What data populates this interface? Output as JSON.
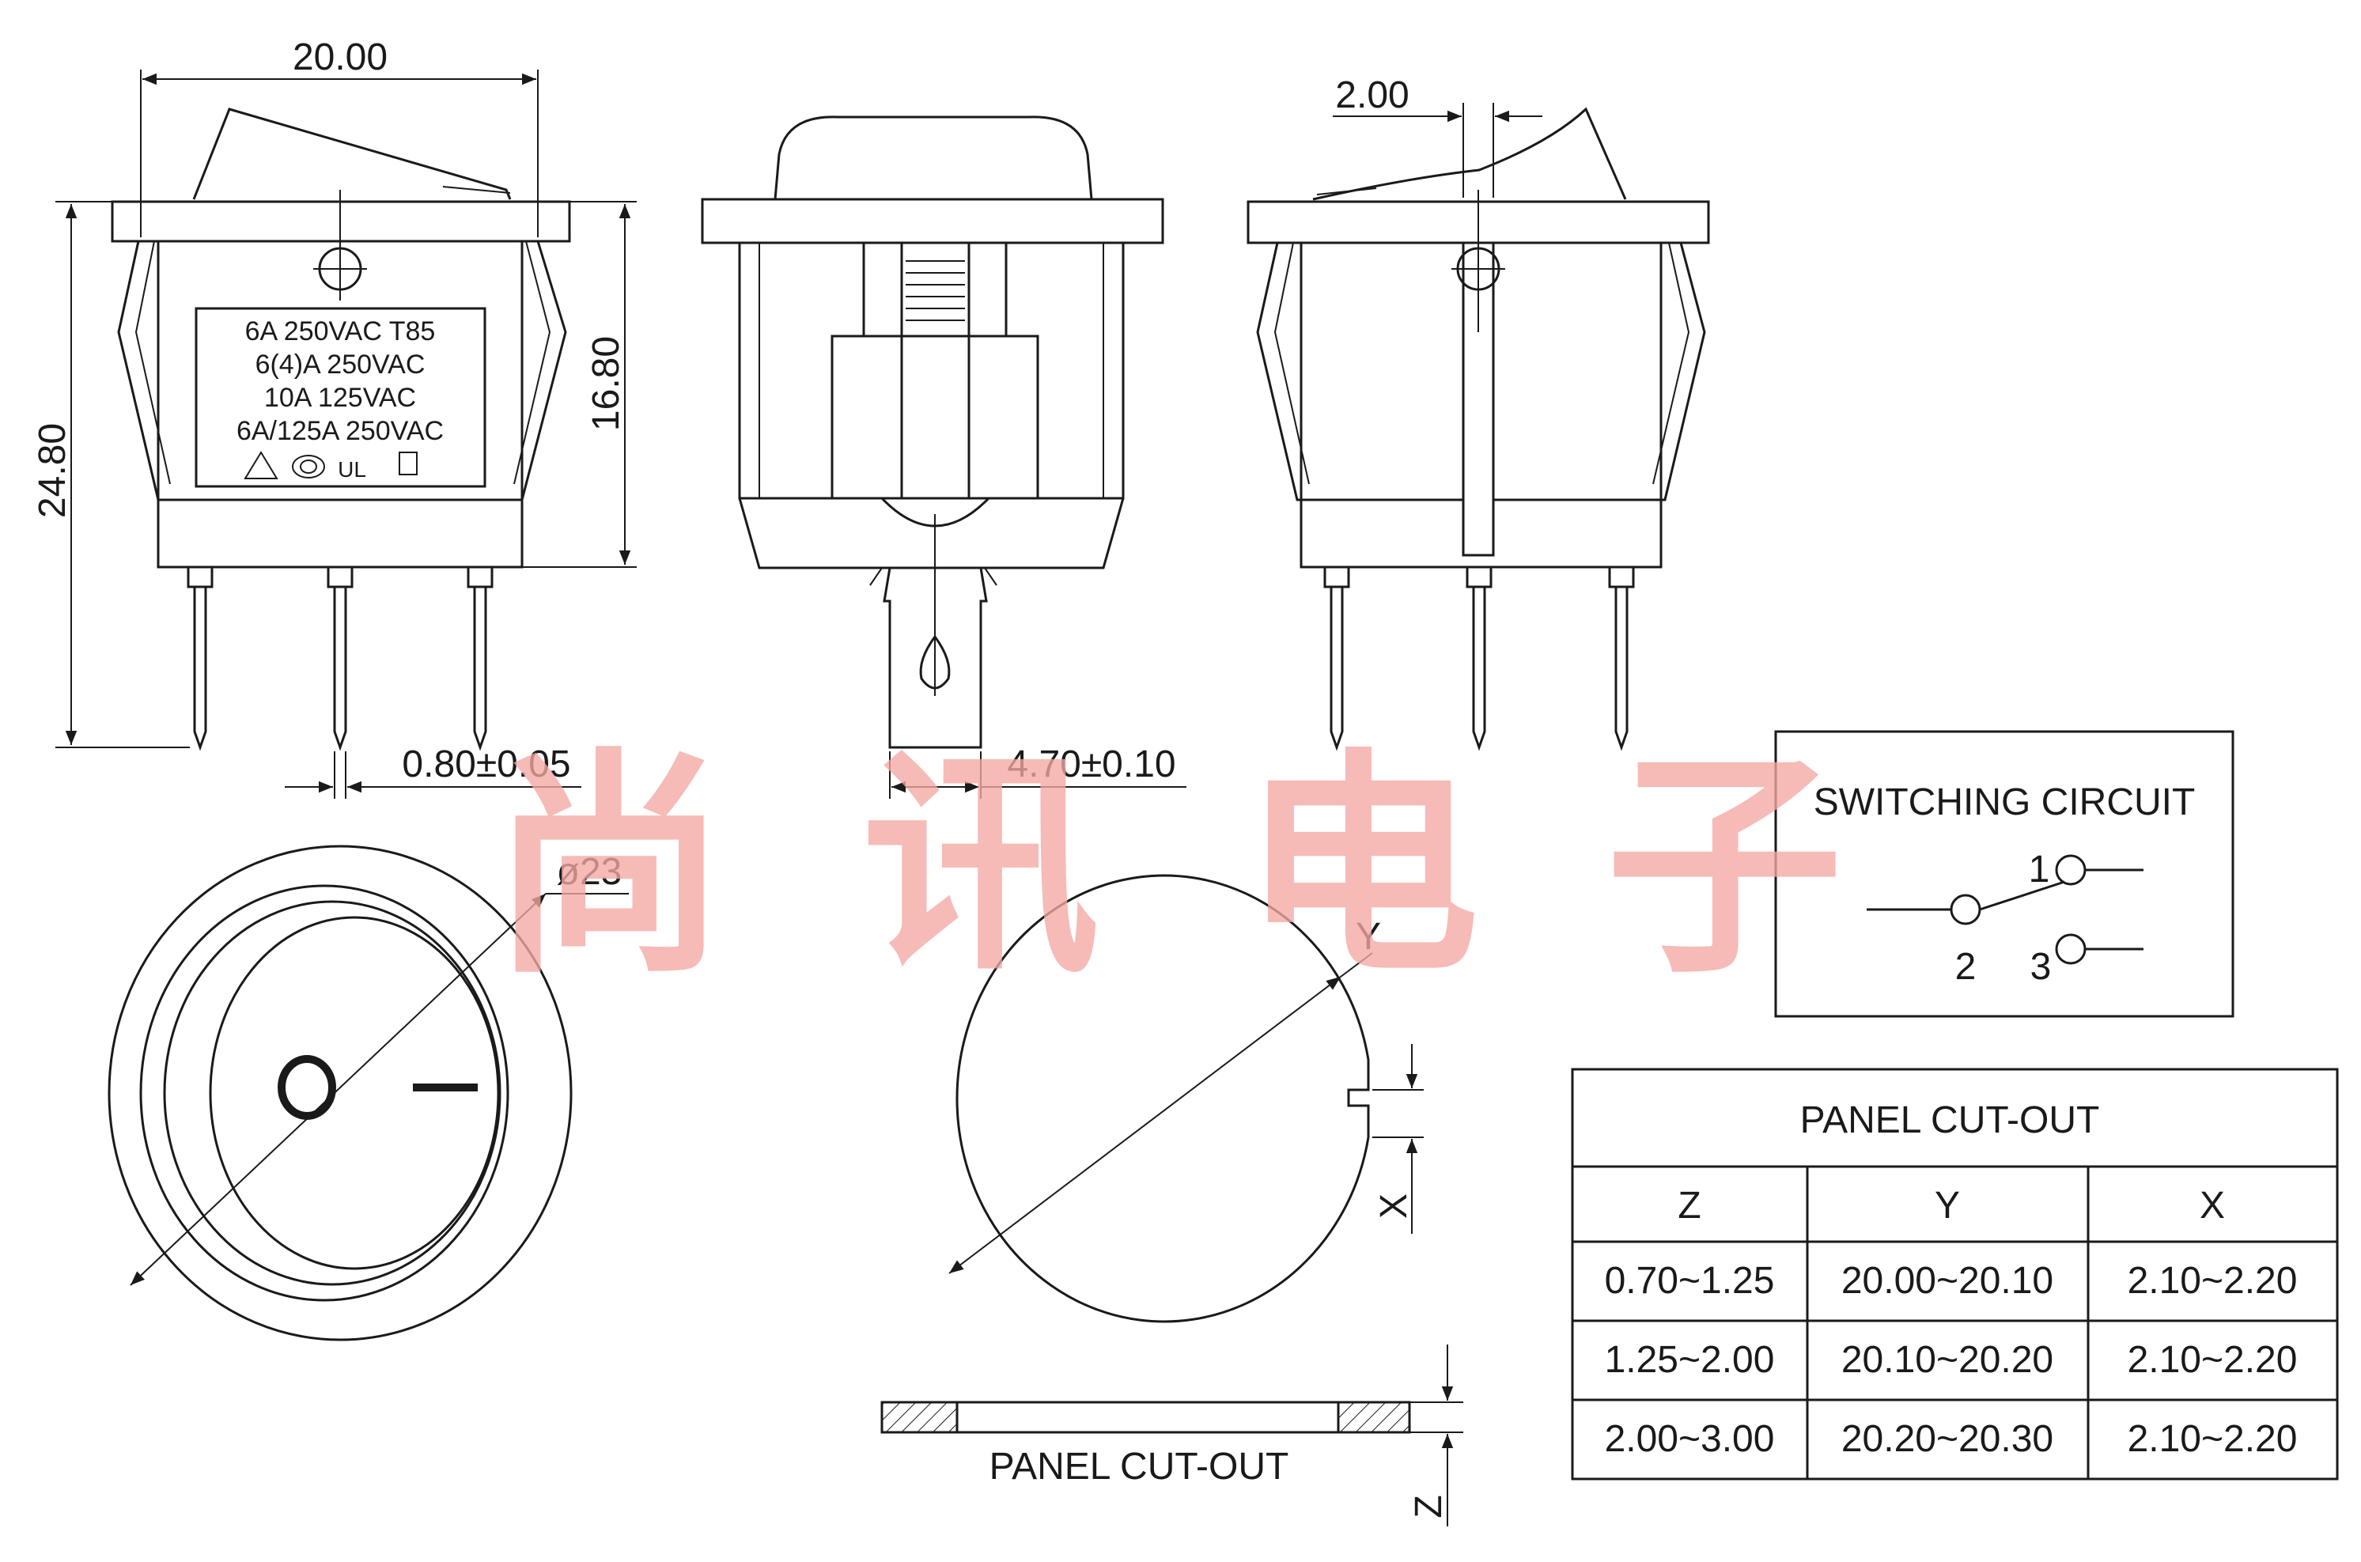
{
  "dimensions": {
    "width_top": "20.00",
    "height_total": "24.80",
    "height_body": "16.80",
    "offset_right": "2.00",
    "pin_width": "0.80±0.05",
    "tab_width": "4.70±0.10",
    "diameter": "ø23",
    "cutout_y": "Y",
    "cutout_x": "X",
    "cutout_z": "Z"
  },
  "label_text": {
    "line1": "6A 250VAC T85",
    "line2": "6(4)A 250VAC",
    "line3": "10A 125VAC",
    "line4": "6A/125A 250VAC"
  },
  "symbols": {
    "off": "O",
    "on": "—"
  },
  "switching_circuit": {
    "title": "SWITCHING CIRCUIT",
    "pin1": "1",
    "pin2": "2",
    "pin3": "3"
  },
  "panel_section_label": "PANEL CUT-OUT",
  "table": {
    "title": "PANEL CUT-OUT",
    "headers": [
      "Z",
      "Y",
      "X"
    ],
    "rows": [
      [
        "0.70~1.25",
        "20.00~20.10",
        "2.10~2.20"
      ],
      [
        "1.25~2.00",
        "20.10~20.20",
        "2.10~2.20"
      ],
      [
        "2.00~3.00",
        "20.20~20.30",
        "2.10~2.20"
      ]
    ]
  },
  "watermark": [
    "尚",
    "讯",
    "电",
    "子"
  ],
  "colors": {
    "line": "#1a1a1a",
    "watermark": "#f4a9a3",
    "background": "#ffffff"
  }
}
